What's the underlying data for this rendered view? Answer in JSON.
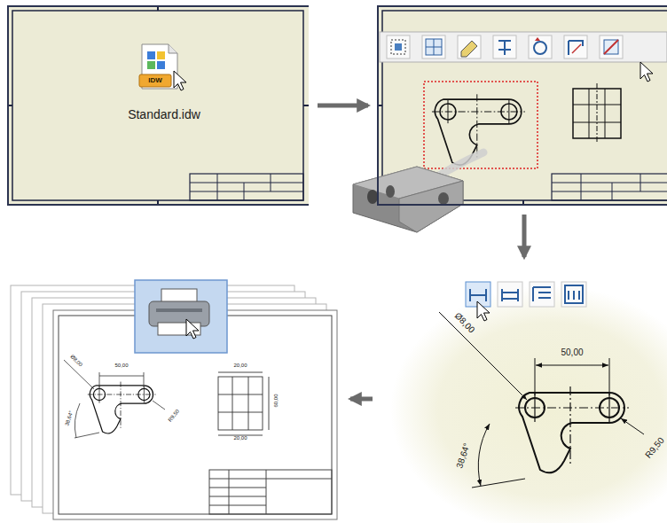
{
  "diagram": {
    "nodes": [
      {
        "text": [
          "Standard.idw"
        ]
      },
      {
        "text": []
      },
      {
        "text": [
          "50,00",
          "Ø8,00",
          "38,64°",
          "R9,50"
        ]
      },
      {
        "text": [
          "50,00",
          "Ø8,00",
          "38,64°",
          "R9,50",
          "20,00",
          "60,00",
          "20,00"
        ]
      }
    ],
    "edges": [
      {
        "from": 0,
        "to": 1,
        "arrow": "to"
      },
      {
        "from": 1,
        "to": 2,
        "arrow": "to"
      },
      {
        "from": 2,
        "to": 3,
        "arrow": "to"
      }
    ],
    "labels": [
      "IDW"
    ]
  }
}
